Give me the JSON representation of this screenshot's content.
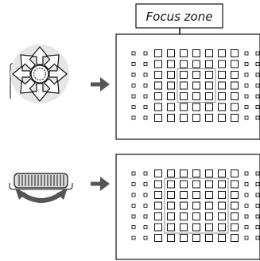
{
  "callout": {
    "label": "Focus zone"
  },
  "icons": {
    "top_control": "focus-stick-icon",
    "bottom_control": "command-dial-icon",
    "top_arrow": "arrow-right-icon",
    "bottom_arrow": "arrow-right-icon"
  },
  "grid": {
    "columns": 11,
    "rows": 7,
    "top_zone": {
      "columns": 3,
      "rows": 3
    },
    "bottom_zone": {
      "columns": 5,
      "rows": 5
    }
  },
  "colors": {
    "line": "#111111",
    "zone": "#888888",
    "arrow": "#555555",
    "icon_fill": "#e6e6e6"
  }
}
